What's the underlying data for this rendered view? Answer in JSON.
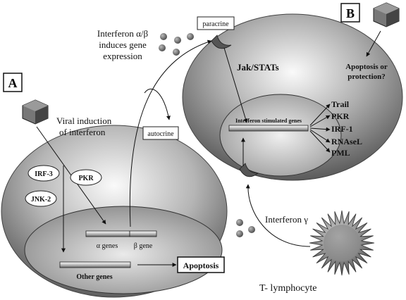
{
  "panels": {
    "a": {
      "letter": "A"
    },
    "b": {
      "letter": "B"
    }
  },
  "labels": {
    "viral_induction_1": "Viral induction",
    "viral_induction_2": "of interferon",
    "ifn_ab_1": "Interferon α/β",
    "ifn_ab_2": "induces gene",
    "ifn_ab_3": "expression",
    "paracrine": "paracrine",
    "autocrine": "autocrine",
    "jak_stats": "Jak/STATs",
    "apoptosis_q_1": "Apoptosis or",
    "apoptosis_q_2": "protection?",
    "isg_bar": "Interferon stimulated genes",
    "isg_list": [
      "Trail",
      "PKR",
      "IRF-1",
      "RNAseL",
      "PML"
    ],
    "irf3": "IRF-3",
    "pkr_a": "PKR",
    "jnk2": "JNK-2",
    "alpha_genes": "α genes",
    "beta_gene": "β gene",
    "other_genes": "Other genes",
    "apoptosis": "Apoptosis",
    "ifn_gamma": "Interferon γ",
    "t_lymphocyte": "T- lymphocyte"
  },
  "colors": {
    "cell_dark": "#6e6e6e",
    "cell_light": "#f4f4f4",
    "line": "#111111",
    "virus": "#5a5a5a"
  }
}
